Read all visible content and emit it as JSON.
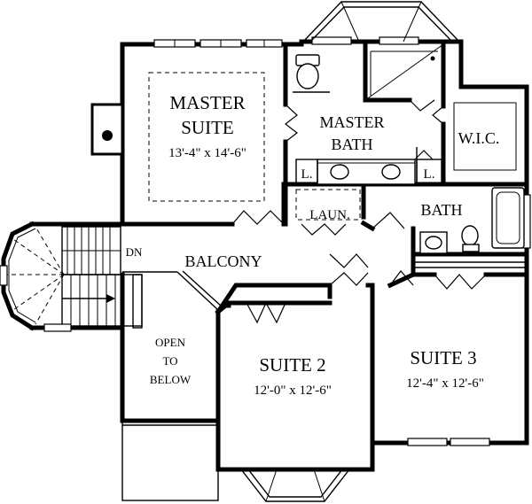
{
  "rooms": {
    "master_suite": {
      "line1": "MASTER",
      "line2": "SUITE",
      "size": "13'-4\" x 14'-6\""
    },
    "master_bath": {
      "line1": "MASTER",
      "line2": "BATH"
    },
    "wic": {
      "label": "W.I.C."
    },
    "linen_left": {
      "label": "L."
    },
    "linen_right": {
      "label": "L."
    },
    "laundry": {
      "label": "LAUN."
    },
    "bath": {
      "label": "BATH"
    },
    "balcony": {
      "label": "BALCONY"
    },
    "stair": {
      "label": "DN"
    },
    "open_below": {
      "line1": "OPEN",
      "line2": "TO",
      "line3": "BELOW"
    },
    "suite2": {
      "label": "SUITE 2",
      "size": "12'-0\" x 12'-6\""
    },
    "suite3": {
      "label": "SUITE 3",
      "size": "12'-4\" x 12'-6\""
    }
  }
}
